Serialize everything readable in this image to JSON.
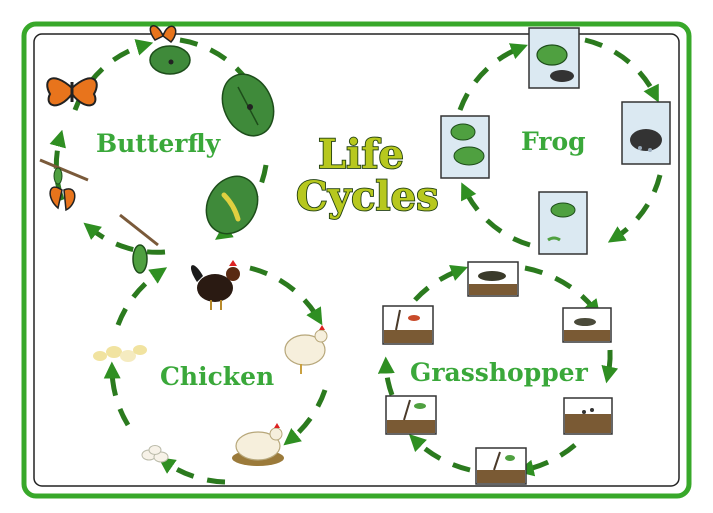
{
  "title": {
    "line1": "Life",
    "line2": "Cycles"
  },
  "colors": {
    "frame_green": "#38a82a",
    "ring_green": "#2b7a1e",
    "arrow_green": "#2f8f22",
    "label_green": "#3aa83a",
    "title_fill": "#b7c81e"
  },
  "cycles": [
    {
      "id": "butterfly",
      "label": "Butterfly",
      "stages": [
        "butterfly-icon",
        "eggs-on-leaf-icon",
        "caterpillar-on-leaf-icon",
        "chrysalis-icon",
        "emerging-butterfly-icon"
      ]
    },
    {
      "id": "frog",
      "label": "Frog",
      "stages": [
        "frog-eggs-icon",
        "tadpole-icon",
        "froglet-icon",
        "adult-frog-icon"
      ]
    },
    {
      "id": "chicken",
      "label": "Chicken",
      "stages": [
        "rooster-icon",
        "hen-icon",
        "nesting-hen-icon",
        "eggs-icon",
        "chicks-icon"
      ]
    },
    {
      "id": "grasshopper",
      "label": "Grasshopper",
      "stages": [
        "adult-grasshopper-icon",
        "nymph-icon",
        "eggs-in-soil-icon",
        "hatching-nymph-icon",
        "young-nymph-icon",
        "molting-nymph-icon"
      ]
    }
  ]
}
